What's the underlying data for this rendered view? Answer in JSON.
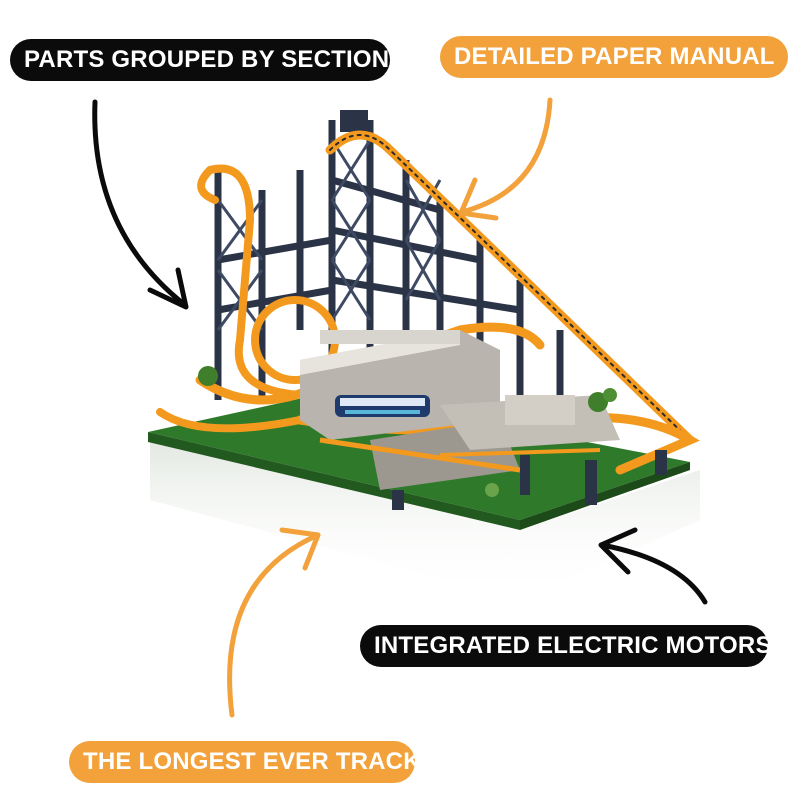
{
  "callouts": {
    "top_left": "PARTS GROUPED BY SECTION",
    "top_right": "DETAILED PAPER MANUAL",
    "bottom_right": "INTEGRATED ELECTRIC MOTORS",
    "bottom_left": "THE LONGEST EVER TRACK"
  },
  "product_image": {
    "subject": "brick-built roller coaster model on green baseplate"
  },
  "colors": {
    "dark_pill": "#0b0b0b",
    "orange_pill": "#f2a13b",
    "track_orange": "#f39a1e",
    "frame_navy": "#2b3447",
    "baseplate_green": "#2f7a2a",
    "station_grey": "#b9b4ad",
    "arrow_dark": "#0b0b0b",
    "arrow_orange": "#f2a13b"
  },
  "icons": {
    "arrow_1": "curved-arrow-icon",
    "arrow_2": "curved-arrow-icon",
    "arrow_3": "curved-arrow-icon",
    "arrow_4": "curved-arrow-icon"
  }
}
